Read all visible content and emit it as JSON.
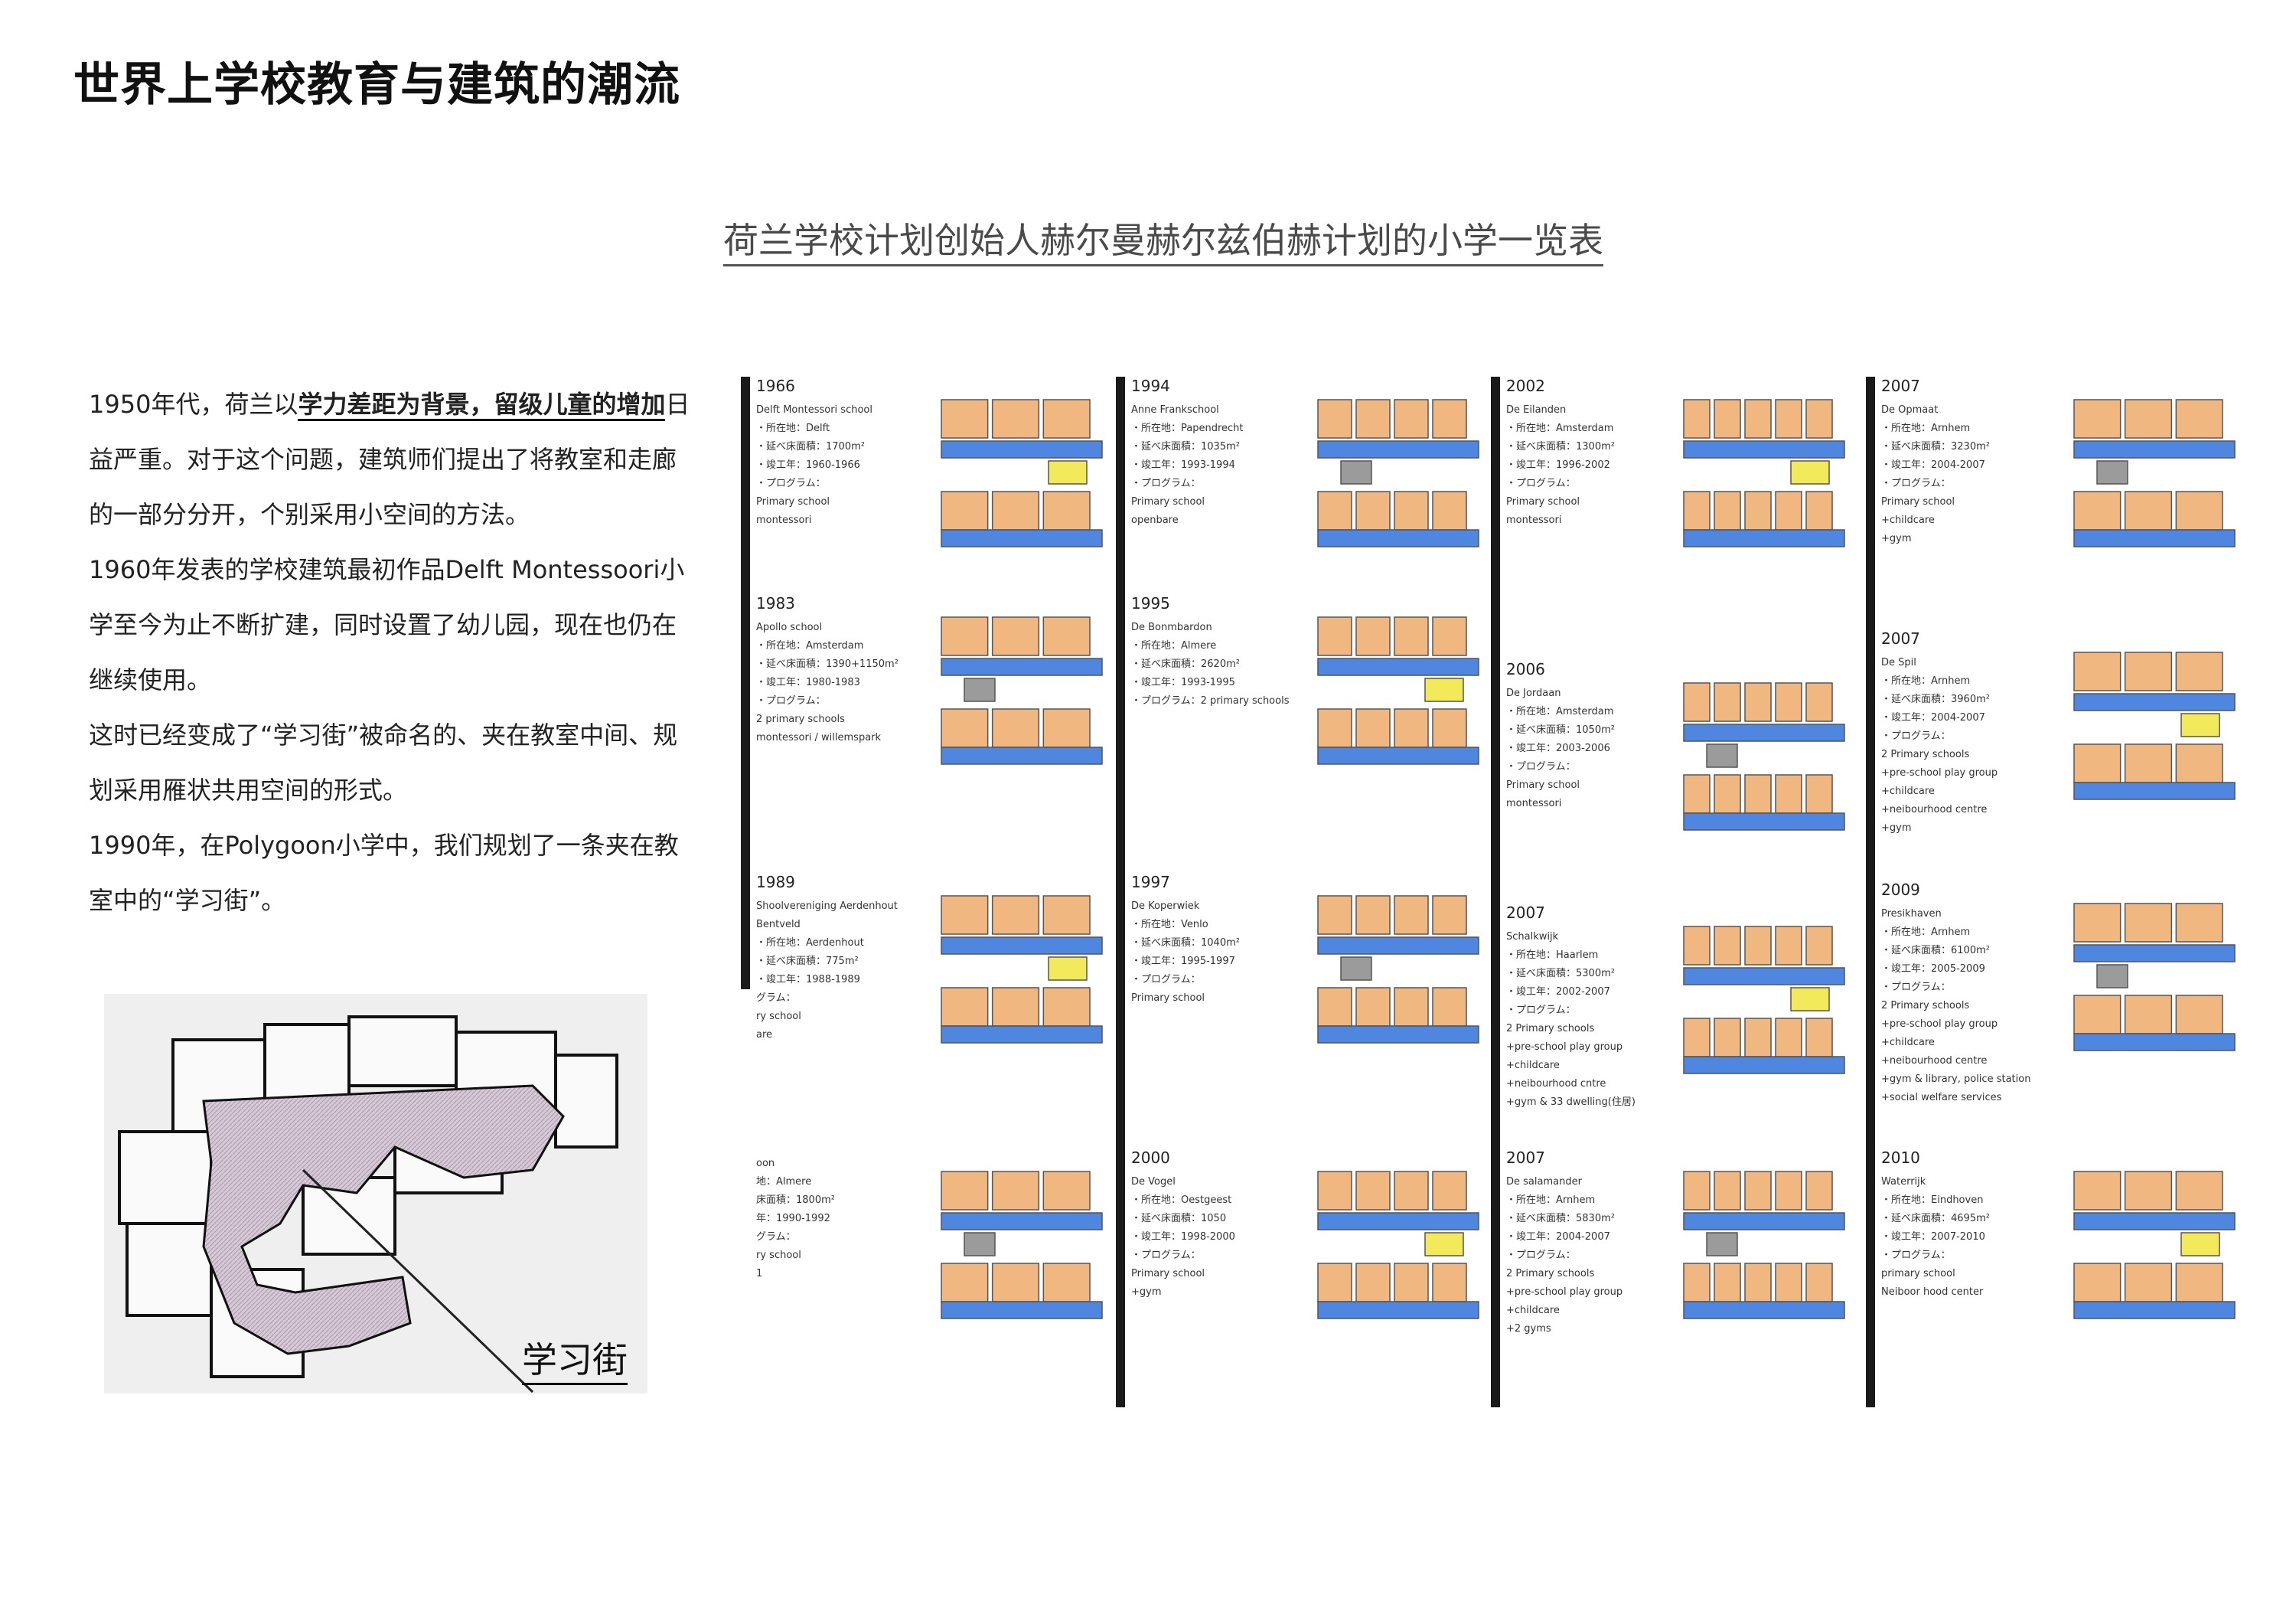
{
  "header": {
    "title": "世界上学校教育与建筑的潮流"
  },
  "subtitle": "荷兰学校计划创始人赫尔曼赫尔兹伯赫计划的小学一览表",
  "intro": {
    "p1_pre": "1950年代，荷兰以",
    "p1_bold": "学力差距为背景，留级儿童的增加",
    "p1_post": "日益严重。对于这个问题，建筑师们提出了将教室和走廊的一部分分开，个别采用小空间的方法。",
    "p2": "1960年发表的学校建筑最初作品Delft Montessoori小学至今为止不断扩建，同时设置了幼儿园，现在也仍在继续使用。",
    "p3": "这时已经变成了“学习街”被命名的、夹在教室中间、规划采用雁状共用空间的形式。",
    "p4": "1990年，在Polygoon小学中，我们规划了一条夹在教室中的“学习街”。"
  },
  "plan_label": "学习街",
  "colors": {
    "blue": "#4f86e0",
    "orange": "#f0b880",
    "yellow": "#f2ea5a",
    "grey": "#9b9b9b",
    "line": "#555555"
  },
  "columns": [
    {
      "entries": [
        {
          "year": "1966",
          "lines": [
            "Delft Montessori school",
            "・所在地：Delft",
            "・延べ床面積：1700m²",
            "・竣工年：1960-1966",
            "・プログラム：",
            "Primary school",
            "montessori"
          ]
        },
        {
          "year": "1983",
          "lines": [
            "Apollo school",
            "・所在地：Amsterdam",
            "・延べ床面積：1390+1150m²",
            "・竣工年：1980-1983",
            "・プログラム：",
            "2 primary schools",
            "montessori / willemspark"
          ]
        },
        {
          "year": "1989",
          "lines": [
            "Shoolvereniging Aerdenhout",
            "Bentveld",
            "・所在地：Aerdenhout",
            "・延べ床面積：775m²",
            "・竣工年：1988-1989",
            "グラム：",
            "ry school",
            "are"
          ]
        },
        {
          "year": "",
          "lines": [
            "oon",
            "地：Almere",
            "床面積：1800m²",
            "年：1990-1992",
            "グラム：",
            "ry school",
            "1"
          ]
        }
      ]
    },
    {
      "entries": [
        {
          "year": "1994",
          "lines": [
            "Anne Frankschool",
            "・所在地：Papendrecht",
            "・延べ床面積：1035m²",
            "・竣工年：1993-1994",
            "・プログラム：",
            "Primary school",
            "openbare"
          ]
        },
        {
          "year": "1995",
          "lines": [
            "De Bonmbardon",
            "・所在地：Almere",
            "・延べ床面積：2620m²",
            "・竣工年：1993-1995",
            "・プログラム：2 primary schools"
          ]
        },
        {
          "year": "1997",
          "lines": [
            "De Koperwiek",
            "・所在地：Venlo",
            "・延べ床面積：1040m²",
            "・竣工年：1995-1997",
            "・プログラム：",
            "Primary school"
          ]
        },
        {
          "year": "2000",
          "lines": [
            "De Vogel",
            "・所在地：Oestgeest",
            "・延べ床面積：1050",
            "・竣工年：1998-2000",
            "・プログラム：",
            "Primary school",
            "+gym"
          ]
        }
      ]
    },
    {
      "entries": [
        {
          "year": "2002",
          "lines": [
            "De Eilanden",
            "・所在地：Amsterdam",
            "・延べ床面積：1300m²",
            "・竣工年：1996-2002",
            "・プログラム：",
            "Primary school",
            "montessori"
          ]
        },
        {
          "year": "2006",
          "lines": [
            "De Jordaan",
            "・所在地：Amsterdam",
            "・延べ床面積：1050m²",
            "・竣工年：2003-2006",
            "・プログラム：",
            "Primary school",
            "montessori"
          ]
        },
        {
          "year": "2007",
          "lines": [
            "Schalkwijk",
            "・所在地：Haarlem",
            "・延べ床面積：5300m²",
            "・竣工年：2002-2007",
            "・プログラム：",
            "2 Primary schools",
            "+pre-school play group",
            "+childcare",
            "+neibourhood cntre",
            "+gym & 33 dwelling(住居)"
          ]
        },
        {
          "year": "2007",
          "lines": [
            "De salamander",
            "・所在地：Arnhem",
            "・延べ床面積：5830m²",
            "・竣工年：2004-2007",
            "・プログラム：",
            "2 Primary schools",
            "+pre-school play group",
            "+childcare",
            "+2 gyms"
          ]
        }
      ]
    },
    {
      "entries": [
        {
          "year": "2007",
          "lines": [
            "De Opmaat",
            "・所在地：Arnhem",
            "・延べ床面積：3230m²",
            "・竣工年：2004-2007",
            "・プログラム：",
            "Primary school",
            "+childcare",
            "+gym"
          ]
        },
        {
          "year": "2007",
          "lines": [
            "De Spil",
            "・所在地：Arnhem",
            "・延べ床面積：3960m²",
            "・竣工年：2004-2007",
            "・プログラム：",
            "2 Primary schools",
            "+pre-school play group",
            "+childcare",
            "+neibourhood centre",
            "+gym"
          ]
        },
        {
          "year": "2009",
          "lines": [
            "Presikhaven",
            "・所在地：Arnhem",
            "・延べ床面積：6100m²",
            "・竣工年：2005-2009",
            "・プログラム：",
            "2 Primary schools",
            "+pre-school play group",
            "+childcare",
            "+neibourhood centre",
            "+gym & library, police station",
            "+social welfare services"
          ]
        },
        {
          "year": "2010",
          "lines": [
            "Waterrijk",
            "・所在地：Eindhoven",
            "・延べ床面積：4695m²",
            "・竣工年：2007-2010",
            "・プログラム：",
            "primary school",
            "Neiboor hood center"
          ]
        }
      ]
    }
  ]
}
